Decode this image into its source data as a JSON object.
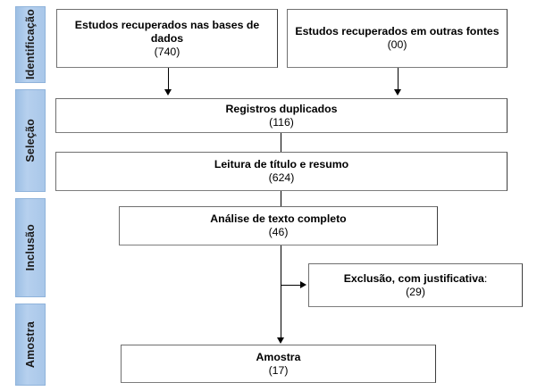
{
  "diagram": {
    "type": "prisma-flow-diagram",
    "language": "pt-BR",
    "colors": {
      "stage_fill": "#a9c7e9",
      "stage_border": "#8fb3db",
      "box_border": "#6f6f6f",
      "connector": "#000000",
      "background": "#ffffff"
    }
  },
  "stages": [
    {
      "id": "identificacao",
      "label": "Identificação"
    },
    {
      "id": "selecao",
      "label": "Seleção"
    },
    {
      "id": "inclusao",
      "label": "Inclusão"
    },
    {
      "id": "amostra",
      "label": "Amostra"
    }
  ],
  "boxes": [
    {
      "id": "estudos-bases-dados",
      "title": "Estudos recuperados nas bases de dados",
      "count": "(740)"
    },
    {
      "id": "estudos-outras-fontes",
      "title": "Estudos recuperados em outras fontes",
      "count": "(00)"
    },
    {
      "id": "registros-duplicados",
      "title": "Registros duplicados",
      "count": "(116)"
    },
    {
      "id": "leitura-titulo-resumo",
      "title": "Leitura de título e resumo",
      "count": "(624)"
    },
    {
      "id": "analise-texto-completo",
      "title": "Análise de texto completo",
      "count": "(46)"
    },
    {
      "id": "exclusao-justificativa",
      "title": "Exclusão, com justificativa",
      "title_suffix": ":",
      "count": "(29)"
    },
    {
      "id": "amostra-final",
      "title": "Amostra",
      "count": "(17)"
    }
  ],
  "chart_data": {
    "type": "diagram",
    "title": "Fluxograma PRISMA de seleção de estudos",
    "nodes": [
      {
        "id": "estudos-bases-dados",
        "label": "Estudos recuperados nas bases de dados",
        "value": 740,
        "stage": "Identificação"
      },
      {
        "id": "estudos-outras-fontes",
        "label": "Estudos recuperados em outras fontes",
        "value": 0,
        "stage": "Identificação"
      },
      {
        "id": "registros-duplicados",
        "label": "Registros duplicados",
        "value": 116,
        "stage": "Seleção"
      },
      {
        "id": "leitura-titulo-resumo",
        "label": "Leitura de título e resumo",
        "value": 624,
        "stage": "Seleção"
      },
      {
        "id": "analise-texto-completo",
        "label": "Análise de texto completo",
        "value": 46,
        "stage": "Inclusão"
      },
      {
        "id": "exclusao-justificativa",
        "label": "Exclusão, com justificativa:",
        "value": 29,
        "stage": "Inclusão"
      },
      {
        "id": "amostra-final",
        "label": "Amostra",
        "value": 17,
        "stage": "Amostra"
      }
    ],
    "edges": [
      {
        "from": "estudos-bases-dados",
        "to": "registros-duplicados"
      },
      {
        "from": "estudos-outras-fontes",
        "to": "registros-duplicados"
      },
      {
        "from": "registros-duplicados",
        "to": "leitura-titulo-resumo"
      },
      {
        "from": "leitura-titulo-resumo",
        "to": "analise-texto-completo"
      },
      {
        "from": "analise-texto-completo",
        "to": "exclusao-justificativa"
      },
      {
        "from": "analise-texto-completo",
        "to": "amostra-final"
      }
    ]
  }
}
